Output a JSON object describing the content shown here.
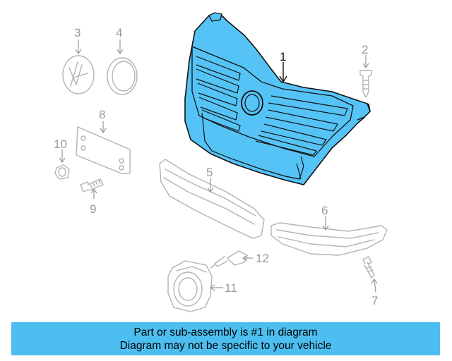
{
  "diagram": {
    "callouts": [
      "1",
      "2",
      "3",
      "4",
      "5",
      "6",
      "7",
      "8",
      "9",
      "10",
      "11",
      "12"
    ],
    "highlight_color": "#55c3f5",
    "highlighted_part": "1"
  },
  "banner": {
    "line1": "Part or sub-assembly is #1 in diagram",
    "line2": "Diagram may not be specific to your vehicle",
    "background": "#4cbef0"
  }
}
